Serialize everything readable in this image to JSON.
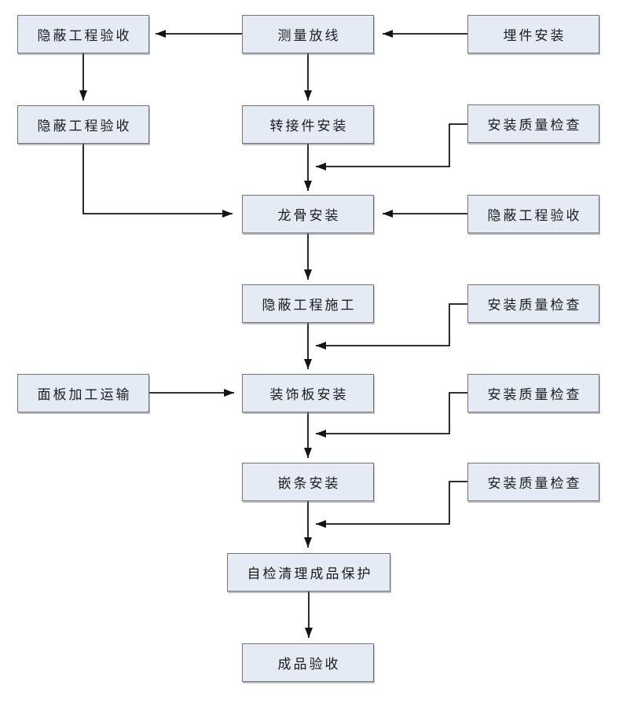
{
  "flowchart": {
    "nodes": [
      {
        "id": "embed-installation",
        "label": "埋件安装"
      },
      {
        "id": "measuring-setting-out",
        "label": "测量放线"
      },
      {
        "id": "hidden-work-acceptance-1",
        "label": "隐蔽工程验收"
      },
      {
        "id": "hidden-work-acceptance-2",
        "label": "隐蔽工程验收"
      },
      {
        "id": "adapter-installation",
        "label": "转接件安装"
      },
      {
        "id": "quality-check-1",
        "label": "安装质量检查"
      },
      {
        "id": "keel-installation",
        "label": "龙骨安装"
      },
      {
        "id": "hidden-work-acceptance-3",
        "label": "隐蔽工程验收"
      },
      {
        "id": "hidden-work-construction",
        "label": "隐蔽工程施工"
      },
      {
        "id": "quality-check-2",
        "label": "安装质量检查"
      },
      {
        "id": "panel-processing-transport",
        "label": "面板加工运输"
      },
      {
        "id": "decorative-panel-installation",
        "label": "装饰板安装"
      },
      {
        "id": "quality-check-3",
        "label": "安装质量检查"
      },
      {
        "id": "inlay-strip-installation",
        "label": "嵌条安装"
      },
      {
        "id": "quality-check-4",
        "label": "安装质量检查"
      },
      {
        "id": "self-check-cleanup-protection",
        "label": "自检清理成品保护"
      },
      {
        "id": "finished-product-acceptance",
        "label": "成品验收"
      }
    ],
    "edges": [
      {
        "from": "embed-installation",
        "to": "measuring-setting-out"
      },
      {
        "from": "measuring-setting-out",
        "to": "hidden-work-acceptance-1"
      },
      {
        "from": "hidden-work-acceptance-1",
        "to": "hidden-work-acceptance-2"
      },
      {
        "from": "measuring-setting-out",
        "to": "adapter-installation"
      },
      {
        "from": "adapter-installation",
        "to": "keel-installation"
      },
      {
        "from": "quality-check-1",
        "to": "keel-installation"
      },
      {
        "from": "hidden-work-acceptance-2",
        "to": "keel-installation"
      },
      {
        "from": "hidden-work-acceptance-3",
        "to": "keel-installation"
      },
      {
        "from": "keel-installation",
        "to": "hidden-work-construction"
      },
      {
        "from": "quality-check-2",
        "to": "decorative-panel-installation"
      },
      {
        "from": "hidden-work-construction",
        "to": "decorative-panel-installation"
      },
      {
        "from": "panel-processing-transport",
        "to": "decorative-panel-installation"
      },
      {
        "from": "quality-check-3",
        "to": "inlay-strip-installation"
      },
      {
        "from": "decorative-panel-installation",
        "to": "inlay-strip-installation"
      },
      {
        "from": "quality-check-4",
        "to": "self-check-cleanup-protection"
      },
      {
        "from": "inlay-strip-installation",
        "to": "self-check-cleanup-protection"
      },
      {
        "from": "self-check-cleanup-protection",
        "to": "finished-product-acceptance"
      }
    ],
    "colors": {
      "box_fill": "#e4ebf5",
      "box_border": "#747474",
      "arrow": "#141414",
      "text": "#1c1c1c",
      "background": "#ffffff"
    }
  }
}
